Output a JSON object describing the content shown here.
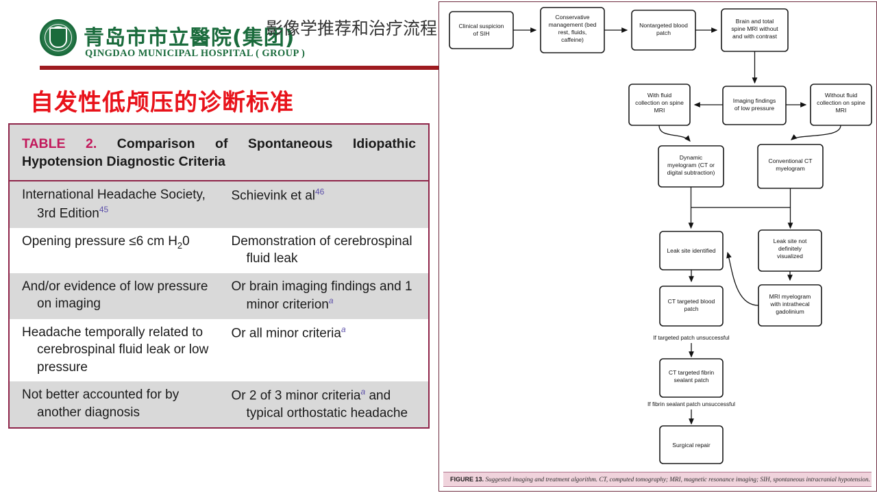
{
  "slide": {
    "header": {
      "logo_cn": "青岛市市立醫院(集团)",
      "logo_en": "QINGDAO MUNICIPAL HOSPITAL ( GROUP )",
      "chinese_note": "影像学推荐和治疗流程:",
      "logo_color": "#1a6b3c",
      "rule_color": "#9e1b20"
    },
    "title": "自发性低颅压的诊断标准",
    "title_color": "#e8121a"
  },
  "table": {
    "label": "TABLE 2.",
    "caption_rest": " Comparison of Spontaneous Idiopathic Hypotension Diagnostic Criteria",
    "label_color": "#c2185b",
    "border_color": "#8e2449",
    "shade_color": "#d9d9d9",
    "rows": [
      {
        "shaded": true,
        "left_main": "International Headache Society, 3rd",
        "left_cont": "Edition",
        "left_cont_ref": "45",
        "right_main": "Schievink et al",
        "right_ref": "46",
        "right_cont": ""
      },
      {
        "shaded": false,
        "left_main": "Opening pressure ≤6 cm H",
        "left_sub": "2",
        "left_tail": "0",
        "right_main": "Demonstration of",
        "right_cont": "cerebrospinal fluid leak"
      },
      {
        "shaded": true,
        "left_main": "And/or evidence of low pressure on",
        "left_cont": "imaging",
        "right_main": "Or brain imaging findings and",
        "right_cont": "1 minor criterion",
        "right_cont_ref": "a"
      },
      {
        "shaded": false,
        "left_main": "Headache temporally related to",
        "left_cont": "cerebrospinal fluid leak or low",
        "left_cont2": "pressure",
        "right_main": "Or all minor criteria",
        "right_ref_ital": "a"
      },
      {
        "shaded": true,
        "left_main": "Not better accounted for by another",
        "left_cont": "diagnosis",
        "right_main": "Or 2 of 3 minor criteria",
        "right_ref_ital": "a",
        "right_main_tail": " and",
        "right_cont": "typical orthostatic",
        "right_cont2": "headache"
      }
    ]
  },
  "figure": {
    "caption_label": "FIGURE 13.",
    "caption_text": " Suggested imaging and treatment algorithm. CT, computed tomography; MRI, magnetic resonance imaging; SIH, spontaneous intracranial hypotension.",
    "caption_bg": "#f0d3dc",
    "border_color": "#6d2b3f",
    "nodes": [
      {
        "id": "n1",
        "lines": [
          "Clinical suspicion",
          "of SIH"
        ]
      },
      {
        "id": "n2",
        "lines": [
          "Conservative",
          "management (bed",
          "rest, fluids,",
          "caffeine)"
        ]
      },
      {
        "id": "n3",
        "lines": [
          "Nontargeted blood",
          "patch"
        ]
      },
      {
        "id": "n4",
        "lines": [
          "Brain and total",
          "spine MRI without",
          "and with contrast"
        ]
      },
      {
        "id": "n5",
        "lines": [
          "Imaging findings",
          "of low pressure"
        ]
      },
      {
        "id": "n6",
        "lines": [
          "With fluid",
          "collection on spine",
          "MRI"
        ]
      },
      {
        "id": "n7",
        "lines": [
          "Without fluid",
          "collection on spine",
          "MRI"
        ]
      },
      {
        "id": "n8",
        "lines": [
          "Dynamic",
          "myelogram (CT or",
          "digital subtraction)"
        ]
      },
      {
        "id": "n9",
        "lines": [
          "Conventional CT",
          "myelogram"
        ]
      },
      {
        "id": "n10",
        "lines": [
          "Leak site identified"
        ]
      },
      {
        "id": "n11",
        "lines": [
          "Leak site not",
          "definitely",
          "visualized"
        ]
      },
      {
        "id": "n12",
        "lines": [
          "CT targeted blood",
          "patch"
        ]
      },
      {
        "id": "n13",
        "lines": [
          "MRI myelogram",
          "with intrathecal",
          "gadolinium"
        ]
      },
      {
        "id": "n14",
        "lines": [
          "CT targeted fibrin",
          "sealant patch"
        ]
      },
      {
        "id": "n15",
        "lines": [
          "Surgical repair"
        ]
      }
    ],
    "edge_labels": [
      "If targeted patch unsuccessful",
      "If fibrin sealant patch unsuccessful"
    ]
  }
}
